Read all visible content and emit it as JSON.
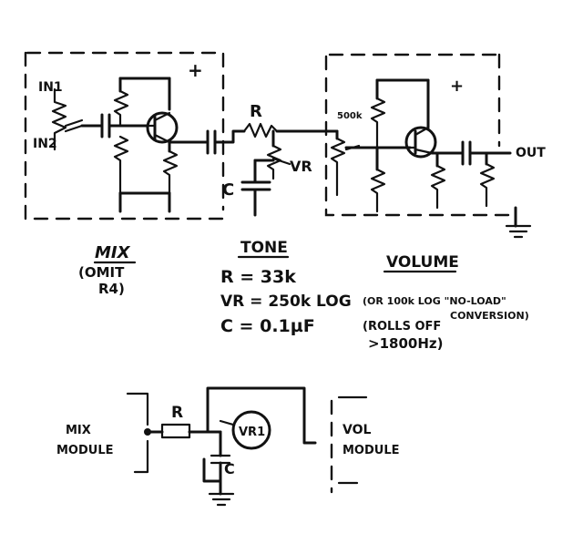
{
  "top_circuit": {
    "inputs": [
      "IN1",
      "IN2"
    ],
    "plus_mix": "+",
    "r_label": "R",
    "vr_label": "VR",
    "c_label": "C",
    "pot_label": "500k",
    "plus_vol": "+",
    "out_label": "OUT"
  },
  "sections": {
    "mix_title": "MIX",
    "mix_note_1": "(OMIT",
    "mix_note_2": "R4)",
    "tone_title": "TONE",
    "volume_title": "VOLUME"
  },
  "tone_values": {
    "r": "R = 33k",
    "vr": "VR = 250k LOG",
    "vr_note_1": "(OR 100k LOG \"NO-LOAD\"",
    "vr_note_2": "CONVERSION)",
    "c": "C = 0.1µF",
    "c_note_1": "(ROLLS OFF",
    "c_note_2": ">1800Hz)"
  },
  "bottom_circuit": {
    "mix_module_1": "MIX",
    "mix_module_2": "MODULE",
    "r_label": "R",
    "vr_label": "VR1",
    "c_label": "C",
    "vol_module_1": "VOL",
    "vol_module_2": "MODULE"
  }
}
